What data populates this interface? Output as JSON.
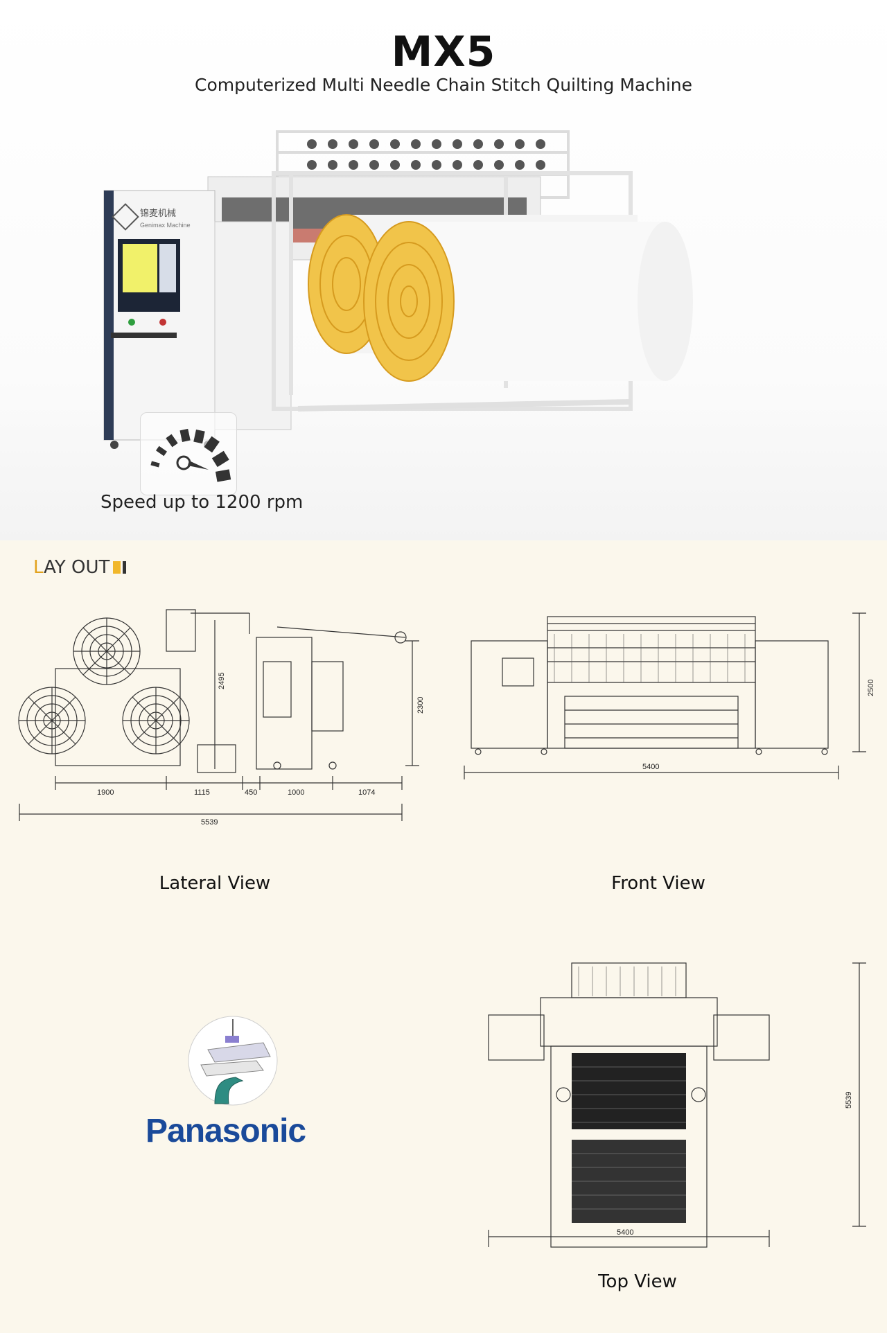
{
  "header": {
    "title": "MX5",
    "subtitle": "Computerized Multi Needle Chain Stitch Quilting Machine"
  },
  "hero": {
    "speed_text": "Speed up to 1200 rpm",
    "panel_logo_cn": "锦麦机械",
    "panel_logo_en": "Genimax Machine"
  },
  "layout": {
    "heading_first": "L",
    "heading_rest": "AY OUT",
    "lateral": {
      "caption": "Lateral View",
      "dims": {
        "d1": "1900",
        "d2": "1115",
        "d3": "450",
        "d4": "1000",
        "d5": "1074",
        "total": "5539",
        "height1": "2495",
        "height2": "2300"
      }
    },
    "front": {
      "caption": "Front View",
      "dims": {
        "width": "5400",
        "height": "2500"
      }
    },
    "top": {
      "caption": "Top View",
      "dims": {
        "width": "5400",
        "length": "5539"
      }
    },
    "brand": "Panasonic"
  },
  "colors": {
    "accent": "#e2a21c",
    "section_bg": "#fbf7ec",
    "brand_blue": "#1a4a9a",
    "felt_yellow": "#f1c44a"
  }
}
